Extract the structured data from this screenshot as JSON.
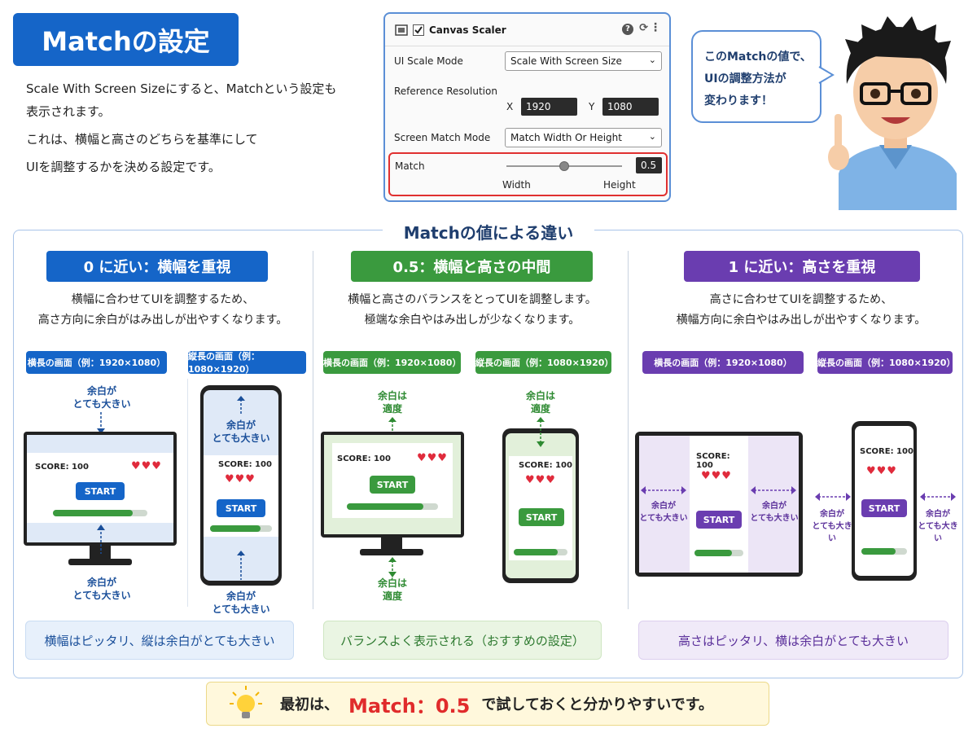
{
  "header": {
    "title": "Matchの設定",
    "intro": [
      "Scale With Screen Sizeにすると、Matchという設定も",
      "表示されます。",
      "これは、横幅と高さのどちらを基準にして",
      "UIを調整するかを決める設定です。"
    ]
  },
  "inspector": {
    "component_title": "Canvas Scaler",
    "ui_scale_mode_label": "UI Scale Mode",
    "ui_scale_mode_value": "Scale With Screen Size",
    "reference_resolution_label": "Reference Resolution",
    "x_label": "X",
    "x_value": "1920",
    "y_label": "Y",
    "y_value": "1080",
    "screen_match_mode_label": "Screen Match Mode",
    "screen_match_mode_value": "Match Width Or Height",
    "match_label": "Match",
    "match_value": "0.5",
    "match_fraction": 0.5,
    "width_label": "Width",
    "height_label": "Height"
  },
  "speech": {
    "lines": [
      "このMatchの値で、",
      "UIの調整方法が",
      "変わります！"
    ]
  },
  "section": {
    "title": "Matchの値による違い",
    "columns": [
      {
        "badge": "0 に近い：横幅を重視",
        "color": "#1565c8",
        "desc": [
          "横幅に合わせてUIを調整するため、",
          "高さ方向に余白がはみ出しが出やすくなります。"
        ],
        "landscape_label": "横長の画面（例：1920×1080）",
        "portrait_label": "縦長の画面（例：1080×1920）",
        "note_top": "余白が\nとても大きい",
        "note_bottom": "余白が\nとても大きい",
        "note_phone_top": "余白が\nとても大きい",
        "note_phone_bottom": "余白が\nとても大きい",
        "caption": "横幅はピッタリ、縦は余白がとても大きい"
      },
      {
        "badge": "0.5：横幅と高さの中間",
        "color": "#3a9a3e",
        "desc": [
          "横幅と高さのバランスをとってUIを調整します。",
          "極端な余白やはみ出しが少なくなります。"
        ],
        "landscape_label": "横長の画面（例：1920×1080）",
        "portrait_label": "縦長の画面（例：1080×1920）",
        "note_top": "余白は\n適度",
        "note_bottom": "余白は\n適度",
        "note_phone_top": "余白は\n適度",
        "caption": "バランスよく表示される（おすすめの設定）"
      },
      {
        "badge": "1 に近い：高さを重視",
        "color": "#6a3db0",
        "desc": [
          "高さに合わせてUIを調整するため、",
          "横幅方向に余白やはみ出しが出やすくなります。"
        ],
        "landscape_label": "横長の画面（例：1920×1080）",
        "portrait_label": "縦長の画面（例：1080×1920）",
        "note_left": "余白が\nとても大きい",
        "note_right": "余白が\nとても大きい",
        "note_phone_left": "余白が\nとても大きい",
        "note_phone_right": "余白が\nとても大きい",
        "caption": "高さはピッタリ、横は余白がとても大きい"
      }
    ],
    "game": {
      "score": "SCORE: 100",
      "hearts": "♥♥♥",
      "start": "START"
    }
  },
  "tip": {
    "before": "最初は、",
    "highlight": "Match：0.5",
    "after": "で試しておくと分かりやすいです。"
  }
}
